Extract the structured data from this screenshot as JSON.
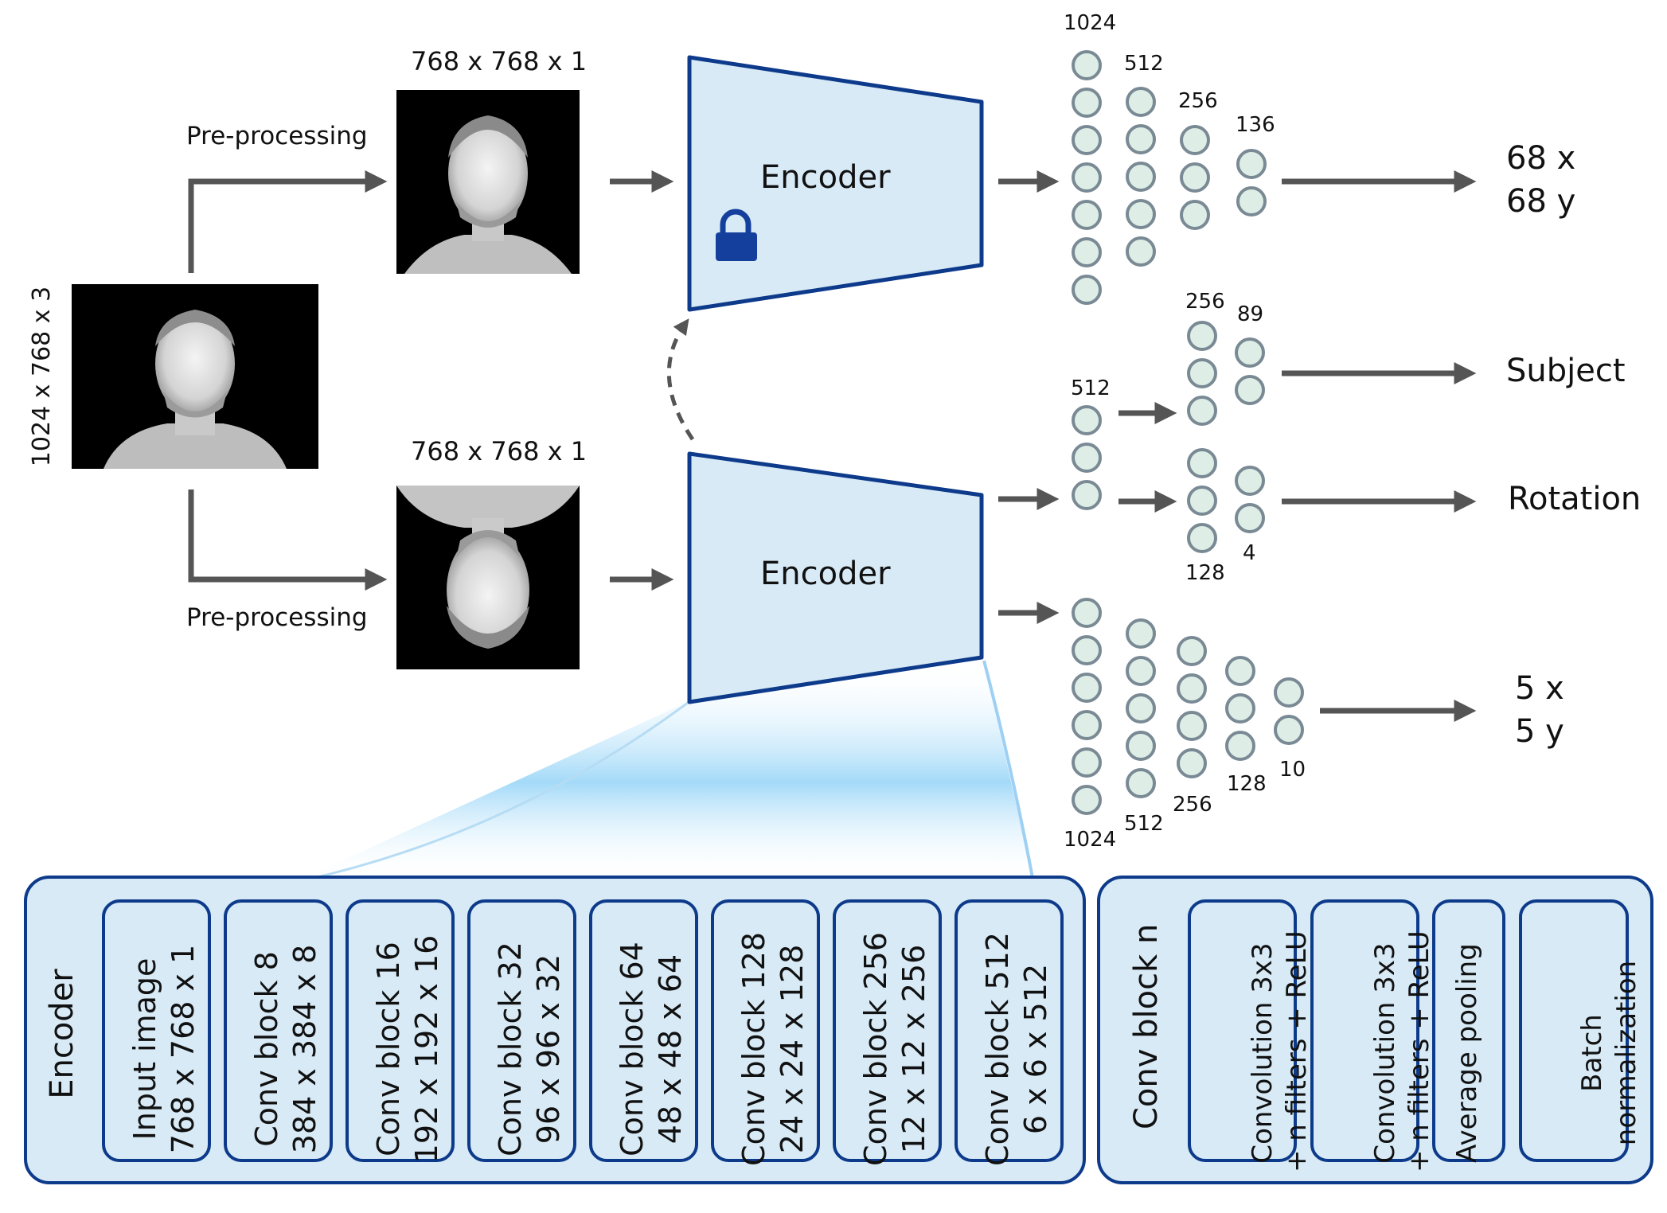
{
  "input": {
    "dims": "1024 x 768 x 3"
  },
  "branches": {
    "top": {
      "label": "Pre-processing",
      "dims": "768 x 768 x 1"
    },
    "bottom": {
      "label": "Pre-processing",
      "dims": "768 x 768 x 1"
    }
  },
  "encoders": {
    "top_label": "Encoder",
    "bottom_label": "Encoder"
  },
  "heads": {
    "landmarks68": {
      "layers": [
        "1024",
        "512",
        "256",
        "136"
      ],
      "output_line1": "68 x",
      "output_line2": "68 y"
    },
    "shared": {
      "label": "512"
    },
    "subject": {
      "layers": [
        "256",
        "89"
      ],
      "output": "Subject"
    },
    "rotation": {
      "layers": [
        "128",
        "4"
      ],
      "output": "Rotation"
    },
    "landmarks5": {
      "layers": [
        "1024",
        "512",
        "256",
        "128",
        "10"
      ],
      "output_line1": "5 x",
      "output_line2": "5 y"
    }
  },
  "encoder_panel": {
    "title": "Encoder",
    "blocks": [
      {
        "line1": "Input image",
        "line2": "768 x 768 x 1"
      },
      {
        "line1": "Conv block 8",
        "line2": "384 x 384 x 8"
      },
      {
        "line1": "Conv block 16",
        "line2": "192 x 192 x 16"
      },
      {
        "line1": "Conv block 32",
        "line2": "96 x 96 x 32"
      },
      {
        "line1": "Conv block 64",
        "line2": "48 x 48 x 64"
      },
      {
        "line1": "Conv block 128",
        "line2": "24 x 24 x 128"
      },
      {
        "line1": "Conv block 256",
        "line2": "12 x 12 x 256"
      },
      {
        "line1": "Conv block 512",
        "line2": "6 x 6 x 512"
      }
    ]
  },
  "convblock_panel": {
    "title": "Conv block n",
    "blocks": [
      {
        "line1": "Convolution 3x3",
        "line2": "+ n filters + ReLU"
      },
      {
        "line1": "Convolution 3x3",
        "line2": "+ n filters + ReLU"
      },
      {
        "line1": "Average pooling",
        "line2": ""
      },
      {
        "line1": "Batch",
        "line2": "normalization"
      }
    ]
  },
  "colors": {
    "encoder_fill": "#d7eaf6",
    "encoder_stroke": "#0d3a8a",
    "panel_fill": "#d7eaf6",
    "neuron_fill": "#deeee6",
    "neuron_stroke": "#7a8a95",
    "arrow": "#555555",
    "lock": "#143f9c"
  },
  "icons": {
    "lock": "lock-icon"
  }
}
